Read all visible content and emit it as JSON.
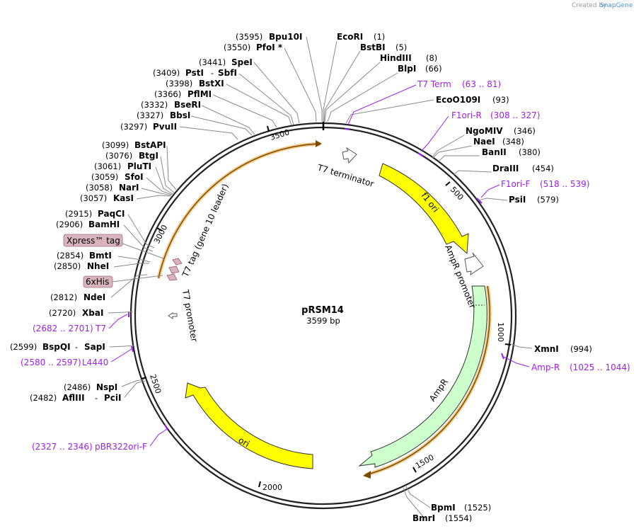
{
  "watermark": {
    "prefix": "Created by",
    "brand": "SnapGene"
  },
  "map": {
    "name": "pRSM14",
    "length_label": "3599 bp",
    "length": 3599
  },
  "sites_right": [
    {
      "name": "EcoRI",
      "pos": "(1)"
    },
    {
      "name": "BstBI",
      "pos": "(5)"
    },
    {
      "name": "HindIII",
      "pos": "(8)"
    },
    {
      "name": "BlpI",
      "pos": "(66)"
    },
    {
      "name": "EcoO109I",
      "pos": "(93)"
    },
    {
      "name": "NgoMIV",
      "pos": "(346)"
    },
    {
      "name": "NaeI",
      "pos": "(348)"
    },
    {
      "name": "BanII",
      "pos": "(380)"
    },
    {
      "name": "DraIII",
      "pos": "(454)"
    },
    {
      "name": "PsiI",
      "pos": "(579)"
    },
    {
      "name": "XmnI",
      "pos": "(994)"
    },
    {
      "name": "BpmI",
      "pos": "(1525)"
    },
    {
      "name": "BmrI",
      "pos": "(1554)"
    }
  ],
  "sites_left": [
    {
      "name": "Bpu10I",
      "pos": "(3595)"
    },
    {
      "name": "PfoI *",
      "pos": "(3550)"
    },
    {
      "name": "SpeI",
      "pos": "(3441)"
    },
    {
      "name": "PstI",
      "sep": "-",
      "name2": "SbfI",
      "pos": "(3409)"
    },
    {
      "name": "BstXI",
      "pos": "(3398)"
    },
    {
      "name": "PflMI",
      "pos": "(3366)"
    },
    {
      "name": "BseRI",
      "pos": "(3332)"
    },
    {
      "name": "BbsI",
      "pos": "(3327)"
    },
    {
      "name": "PvuII",
      "pos": "(3297)"
    },
    {
      "name": "BstAPI",
      "pos": "(3099)"
    },
    {
      "name": "BtgI",
      "pos": "(3076)"
    },
    {
      "name": "PluTI",
      "pos": "(3061)"
    },
    {
      "name": "SfoI",
      "pos": "(3059)"
    },
    {
      "name": "NarI",
      "pos": "(3058)"
    },
    {
      "name": "KasI",
      "pos": "(3057)"
    },
    {
      "name": "PaqCI",
      "pos": "(2915)"
    },
    {
      "name": "BamHI",
      "pos": "(2906)"
    },
    {
      "name": "BmtI",
      "pos": "(2854)"
    },
    {
      "name": "NheI",
      "pos": "(2850)"
    },
    {
      "name": "NdeI",
      "pos": "(2812)"
    },
    {
      "name": "XbaI",
      "pos": "(2720)"
    },
    {
      "name": "BspQI",
      "sep": "-",
      "name2": "SapI",
      "pos": "(2599)"
    },
    {
      "name": "NspI",
      "pos": "(2486)"
    },
    {
      "name": "AflIII",
      "sep": "-",
      "name2": "PciI",
      "pos": "(2482)"
    }
  ],
  "primers": [
    {
      "name": "T7 Term",
      "range": "(63 .. 81)"
    },
    {
      "name": "F1ori-R",
      "range": "(308 .. 327)"
    },
    {
      "name": "F1ori-F",
      "range": "(518 .. 539)"
    },
    {
      "name": "Amp-R",
      "range": "(1025 .. 1044)"
    },
    {
      "name": "T7",
      "range": "(2682 .. 2701)"
    },
    {
      "name": "L4440",
      "range": "(2580 .. 2597)"
    },
    {
      "name": "pBR322ori-F",
      "range": "(2327 .. 2346)"
    }
  ],
  "boxed_features": [
    {
      "name": "Xpress™ tag"
    },
    {
      "name": "6xHis"
    }
  ],
  "features": {
    "t7_terminator": "T7 terminator",
    "f1_ori": "f1 ori",
    "ampr_promoter": "AmpR promoter",
    "ampr": "AmpR",
    "ori": "ori",
    "t7_promoter": "T7 promoter",
    "t7_tag": "T7 tag (gene 10 leader)"
  },
  "ticks": [
    "500",
    "1000",
    "1500",
    "2000",
    "2500",
    "3000",
    "3500"
  ],
  "colors": {
    "ori_fill": "#ffff00",
    "ampr_fill": "#ccffcc",
    "orf_line": "#e39a1a",
    "primer": "#a020f0",
    "tag_fill": "#d8b4bf",
    "backbone": "#222222"
  }
}
